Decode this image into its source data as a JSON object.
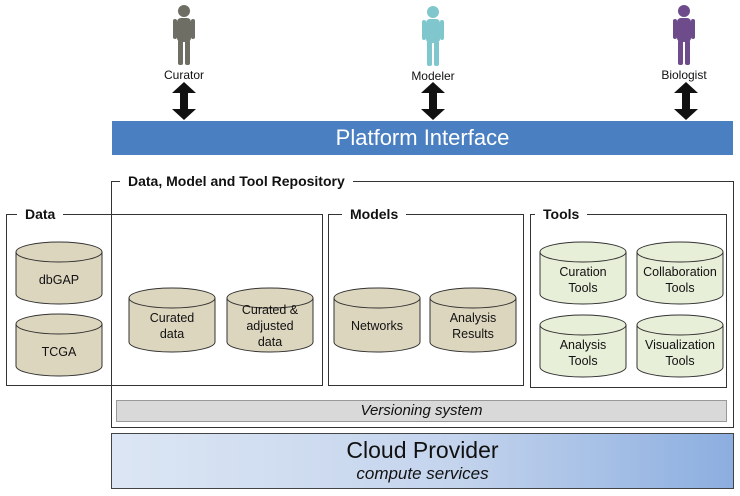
{
  "actors": [
    {
      "label": "Curator",
      "color": "#6e6e64"
    },
    {
      "label": "Modeler",
      "color": "#7fc7cc"
    },
    {
      "label": "Biologist",
      "color": "#6e4c8c"
    }
  ],
  "platform_interface": {
    "label": "Platform Interface",
    "color": "#4a7fc1"
  },
  "repository": {
    "title": "Data, Model and Tool Repository"
  },
  "data_panel": {
    "title": "Data",
    "items": [
      "dbGAP",
      "TCGA"
    ]
  },
  "curated_panel": {
    "items": [
      "Curated\ndata",
      "Curated &\nadjusted\ndata"
    ]
  },
  "models_panel": {
    "title": "Models",
    "items": [
      "Networks",
      "Analysis\nResults"
    ]
  },
  "tools_panel": {
    "title": "Tools",
    "items": [
      "Curation\nTools",
      "Collaboration\nTools",
      "Analysis\nTools",
      "Visualization\nTools"
    ]
  },
  "versioning": {
    "label": "Versioning system"
  },
  "cloud": {
    "title": "Cloud Provider",
    "subtitle": "compute services"
  },
  "colors": {
    "cylinder_data": "#ddd6bf",
    "cylinder_tools": "#e8efd9",
    "arrow": "#111111"
  }
}
